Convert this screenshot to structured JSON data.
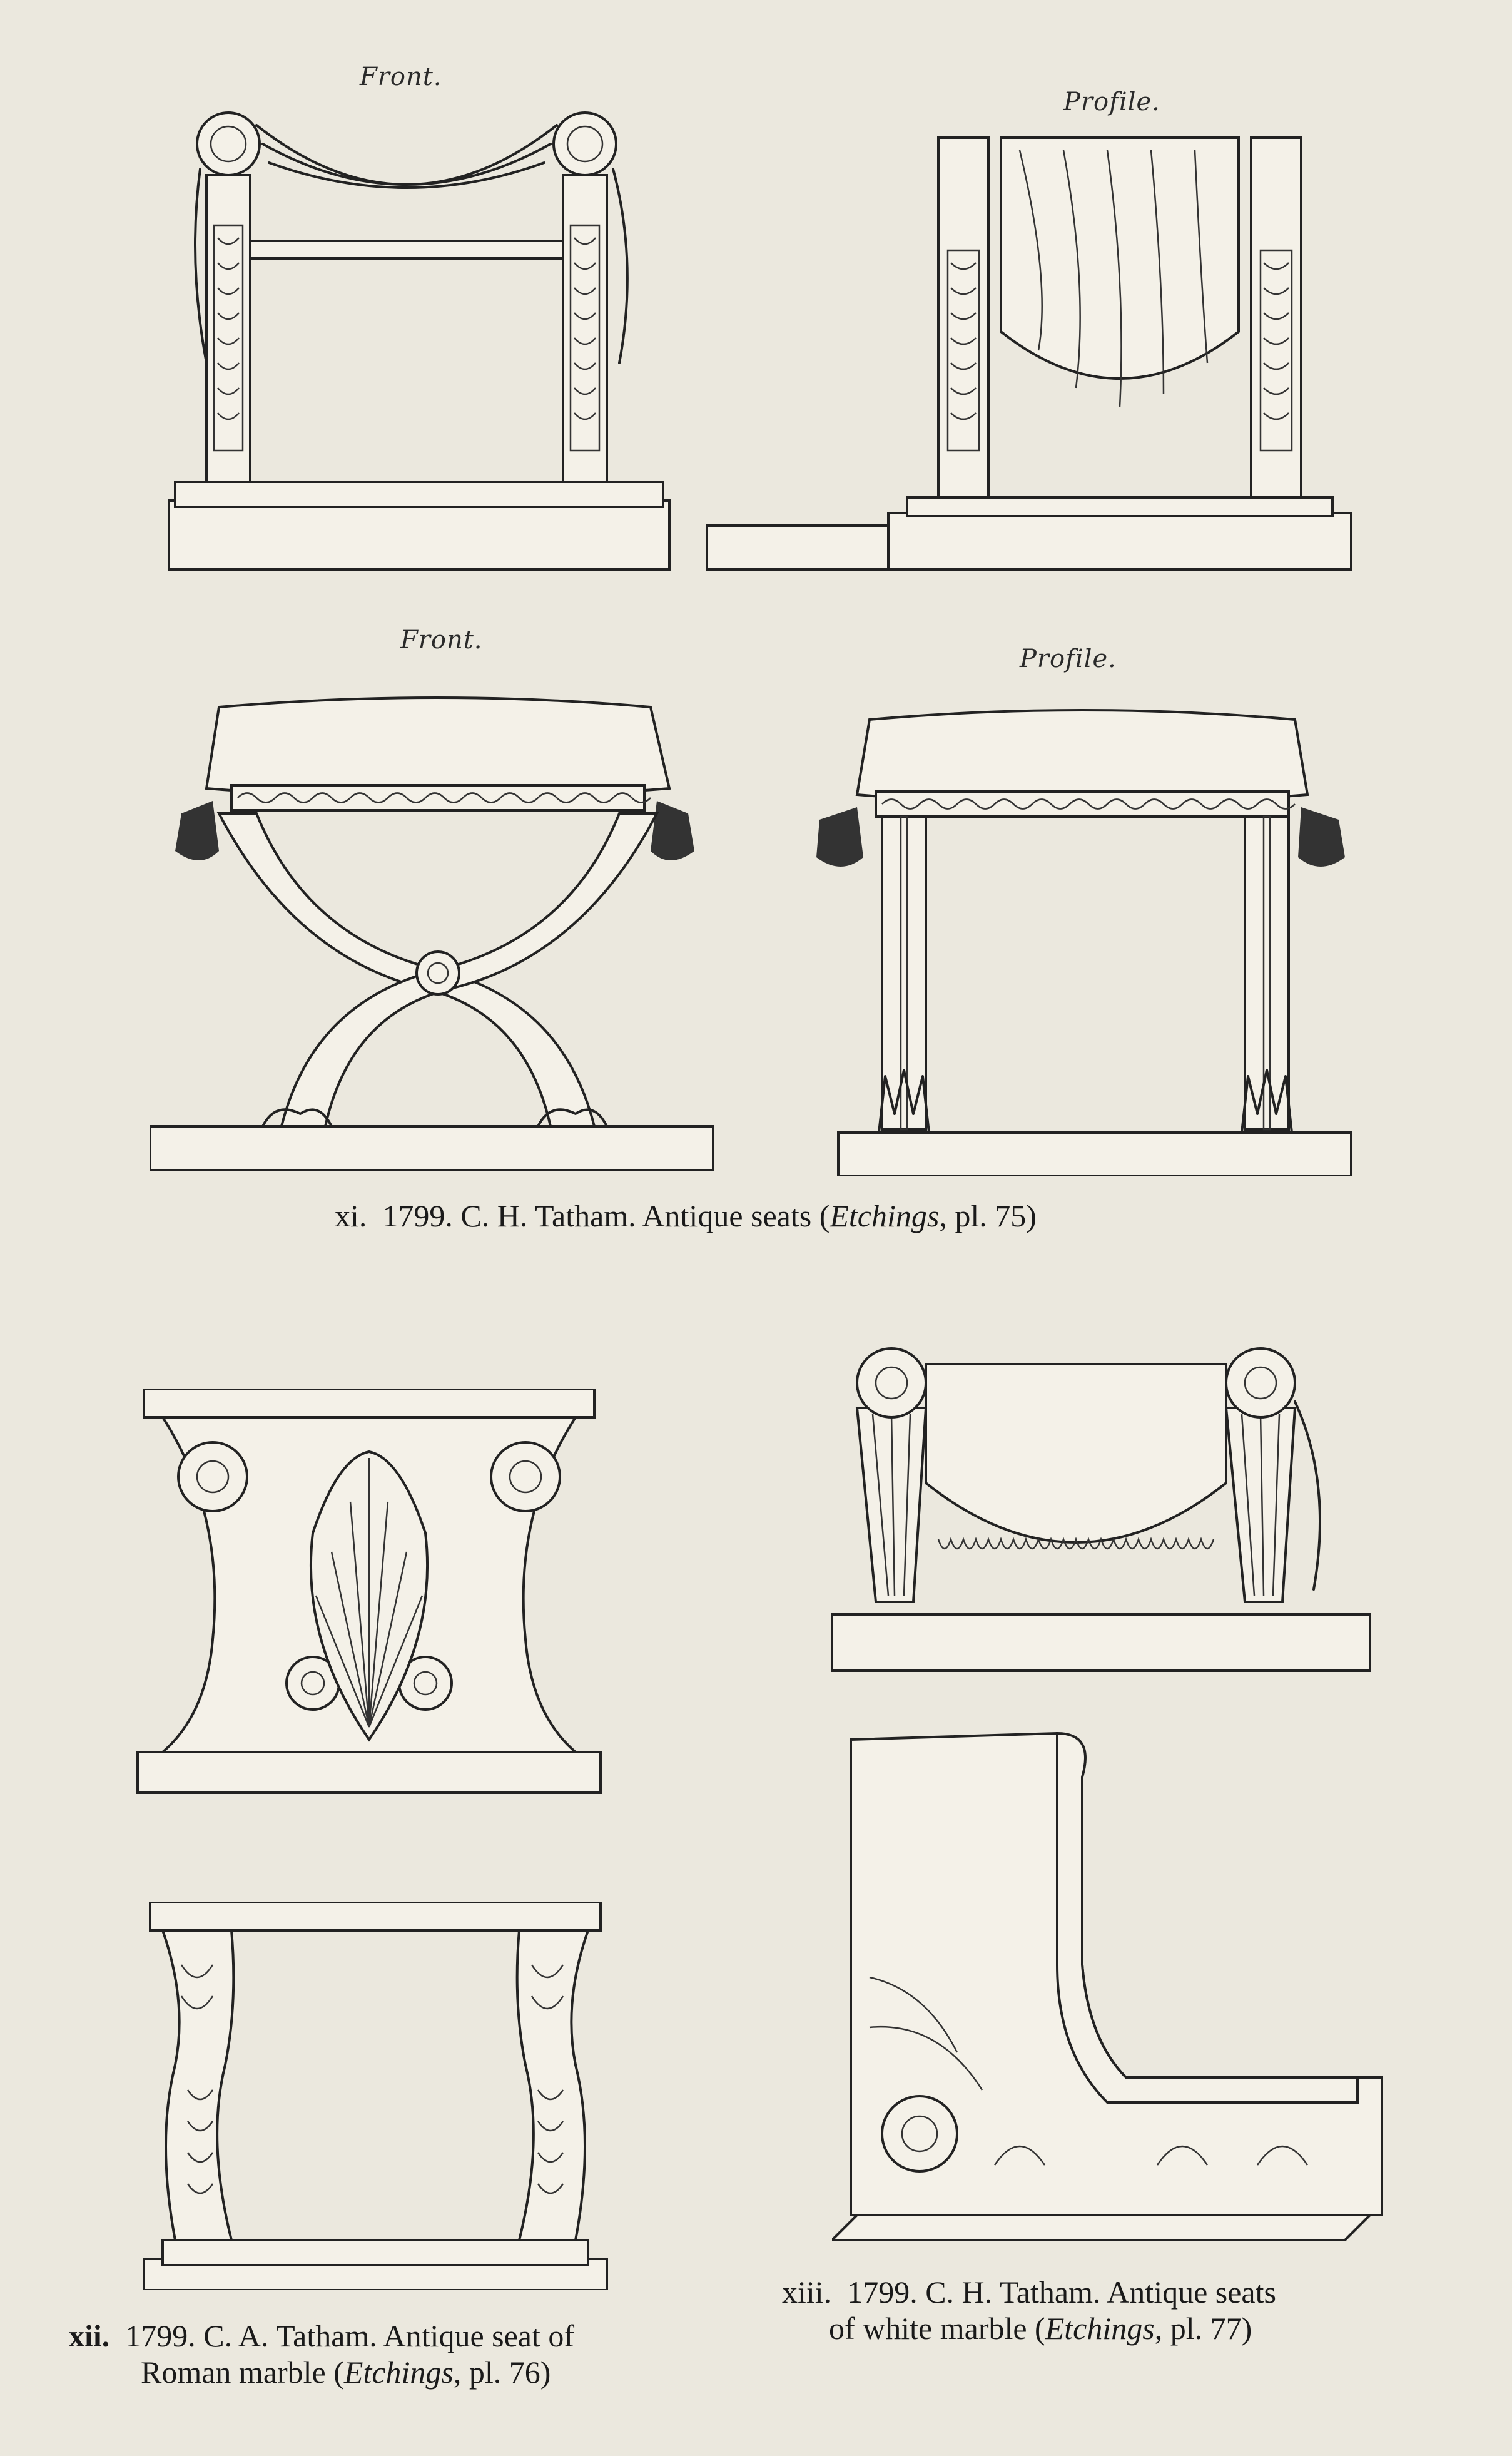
{
  "plate_xi": {
    "labels": {
      "top_front": "Front.",
      "top_profile": "Profile.",
      "bottom_front": "Front.",
      "bottom_profile": "Profile."
    },
    "caption": {
      "number": "xi.",
      "text": "1799. C. H. Tatham. Antique seats",
      "source": "Etchings",
      "plate": ", pl. 75)"
    }
  },
  "plate_xii": {
    "caption": {
      "number": "xii.",
      "line1": "1799. C. A. Tatham. Antique seat of",
      "line2_prefix": "Roman marble (",
      "source": "Etchings",
      "plate": ", pl. 76)"
    }
  },
  "plate_xiii": {
    "caption": {
      "number": "xiii.",
      "line1": "1799. C. H. Tatham. Antique seats",
      "line2_prefix": "of white marble (",
      "source": "Etchings",
      "plate": ", pl. 77)"
    }
  },
  "colors": {
    "paper": "#ebe8de",
    "ink": "#1a1a1a"
  }
}
